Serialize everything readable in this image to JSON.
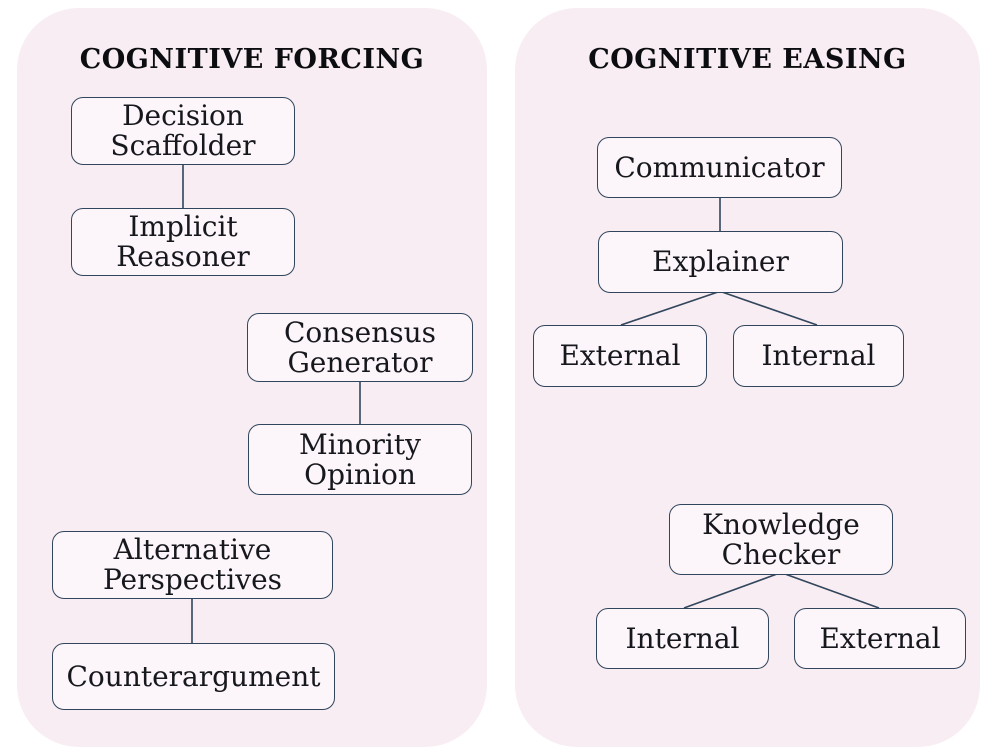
{
  "colors": {
    "page-bg": "#ffffff",
    "panel-bg": "#f8edf2",
    "box-bg": "#fcf5f9",
    "line-color": "#31455c",
    "text-color": "#16181d",
    "title-color": "#0c0d10"
  },
  "panels": [
    {
      "id": "cognitive-forcing",
      "title": "COGNITIVE FORCING",
      "nodes": [
        {
          "id": "decision-scaffolder",
          "lines": [
            "Decision",
            "Scaffolder"
          ]
        },
        {
          "id": "implicit-reasoner",
          "lines": [
            "Implicit",
            "Reasoner"
          ]
        },
        {
          "id": "consensus-generator",
          "lines": [
            "Consensus",
            "Generator"
          ]
        },
        {
          "id": "minority-opinion",
          "lines": [
            "Minority",
            "Opinion"
          ]
        },
        {
          "id": "alternative-perspectives",
          "lines": [
            "Alternative",
            "Perspectives"
          ]
        },
        {
          "id": "counterargument",
          "lines": [
            "Counterargument"
          ]
        }
      ],
      "edges": [
        {
          "from": "decision-scaffolder",
          "to": "implicit-reasoner"
        },
        {
          "from": "consensus-generator",
          "to": "minority-opinion"
        },
        {
          "from": "alternative-perspectives",
          "to": "counterargument"
        }
      ]
    },
    {
      "id": "cognitive-easing",
      "title": "COGNITIVE EASING",
      "nodes": [
        {
          "id": "communicator",
          "lines": [
            "Communicator"
          ]
        },
        {
          "id": "explainer",
          "lines": [
            "Explainer"
          ]
        },
        {
          "id": "explainer-external",
          "lines": [
            "External"
          ]
        },
        {
          "id": "explainer-internal",
          "lines": [
            "Internal"
          ]
        },
        {
          "id": "knowledge-checker",
          "lines": [
            "Knowledge",
            "Checker"
          ]
        },
        {
          "id": "checker-internal",
          "lines": [
            "Internal"
          ]
        },
        {
          "id": "checker-external",
          "lines": [
            "External"
          ]
        }
      ],
      "edges": [
        {
          "from": "communicator",
          "to": "explainer"
        },
        {
          "from": "explainer",
          "to": "explainer-external"
        },
        {
          "from": "explainer",
          "to": "explainer-internal"
        },
        {
          "from": "knowledge-checker",
          "to": "checker-internal"
        },
        {
          "from": "knowledge-checker",
          "to": "checker-external"
        }
      ]
    }
  ]
}
